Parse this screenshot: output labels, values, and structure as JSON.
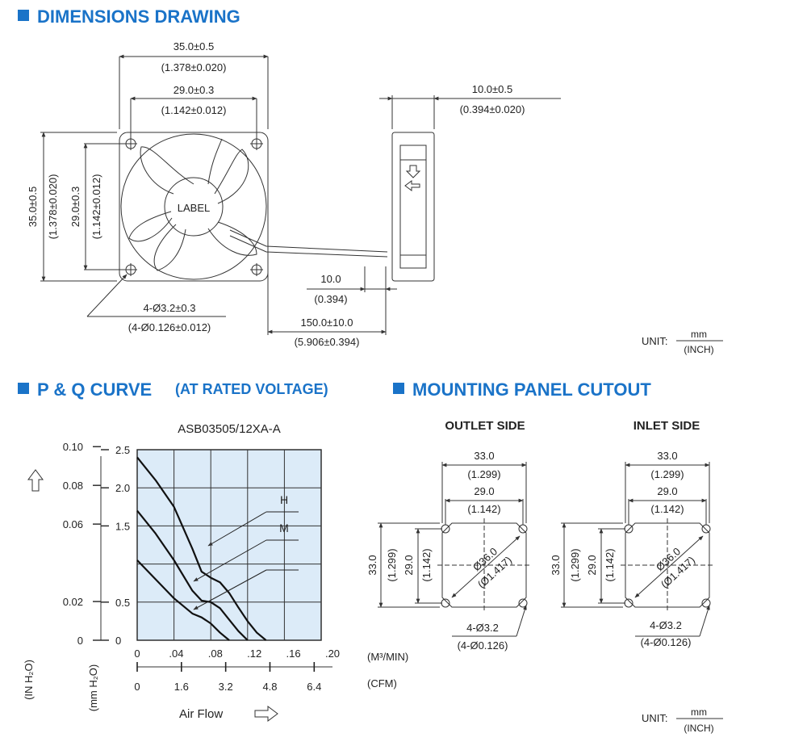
{
  "sections": {
    "dimensions": {
      "title": "DIMENSIONS DRAWING"
    },
    "pq": {
      "title": "P & Q CURVE",
      "subtitle": "(AT RATED VOLTAGE)"
    },
    "mounting": {
      "title": "MOUNTING PANEL CUTOUT"
    }
  },
  "colors": {
    "accent": "#1a73c8",
    "chart_bg": "#dcebf8"
  },
  "drawing": {
    "width_outer": "35.0±0.5",
    "width_outer_in": "(1.378±0.020)",
    "width_inner": "29.0±0.3",
    "width_inner_in": "(1.142±0.012)",
    "height_outer": "35.0±0.5",
    "height_outer_in": "(1.378±0.020)",
    "height_inner": "29.0±0.3",
    "height_inner_in": "(1.142±0.012)",
    "label": "LABEL",
    "holes": "4-Ø3.2±0.3",
    "holes_in": "(4-Ø0.126±0.012)",
    "depth": "10.0±0.5",
    "depth_in": "(0.394±0.020)",
    "strip": "10.0",
    "strip_in": "(0.394)",
    "lead": "150.0±10.0",
    "lead_in": "(5.906±0.394)",
    "unit_label": "UNIT:",
    "unit_mm": "mm",
    "unit_inch": "(INCH)"
  },
  "chart_data": {
    "type": "line",
    "title": "ASB03505/12XA-A",
    "xlabel": "Air Flow",
    "x_unit_m3": "(M³/MIN)",
    "x_unit_cfm": "(CFM)",
    "y_unit_inh2o": "(IN H₂O)",
    "y_unit_mmh2o": "(mm H₂O)",
    "xlim": [
      0,
      0.2
    ],
    "ylim": [
      0,
      2.5
    ],
    "x_ticks_m3": [
      "0",
      ".04",
      ".08",
      ".12",
      ".16",
      ".20"
    ],
    "x_ticks_cfm": [
      "0",
      "1.6",
      "3.2",
      "4.8",
      "6.4"
    ],
    "y_ticks_mm": [
      "0",
      "0.5",
      "1.5",
      "2.0",
      "2.5"
    ],
    "y_ticks_in": [
      "0",
      "0.02",
      "0.06",
      "0.08",
      "0.10"
    ],
    "series": [
      {
        "name": "H",
        "x": [
          0,
          0.02,
          0.04,
          0.06,
          0.07,
          0.08,
          0.09,
          0.1,
          0.11,
          0.12,
          0.13,
          0.14
        ],
        "y": [
          2.4,
          2.1,
          1.75,
          1.2,
          0.9,
          0.82,
          0.76,
          0.62,
          0.43,
          0.25,
          0.1,
          0
        ]
      },
      {
        "name": "M",
        "x": [
          0,
          0.02,
          0.04,
          0.06,
          0.07,
          0.08,
          0.09,
          0.1,
          0.11,
          0.12
        ],
        "y": [
          1.7,
          1.4,
          1.05,
          0.65,
          0.52,
          0.5,
          0.42,
          0.27,
          0.12,
          0
        ]
      },
      {
        "name": "",
        "x": [
          0,
          0.02,
          0.04,
          0.06,
          0.07,
          0.08,
          0.09,
          0.1
        ],
        "y": [
          1.05,
          0.8,
          0.55,
          0.35,
          0.3,
          0.22,
          0.1,
          0
        ]
      }
    ]
  },
  "mounting": {
    "outlet_title": "OUTLET SIDE",
    "inlet_title": "INLET SIDE",
    "w_outer": "33.0",
    "w_outer_in": "(1.299)",
    "w_inner": "29.0",
    "w_inner_in": "(1.142)",
    "h_outer": "33.0",
    "h_outer_in": "(1.299)",
    "h_inner": "29.0",
    "h_inner_in": "(1.142)",
    "diameter": "Ø36.0",
    "diameter_in": "(Ø1.417)",
    "holes": "4-Ø3.2",
    "holes_in": "(4-Ø0.126)"
  }
}
